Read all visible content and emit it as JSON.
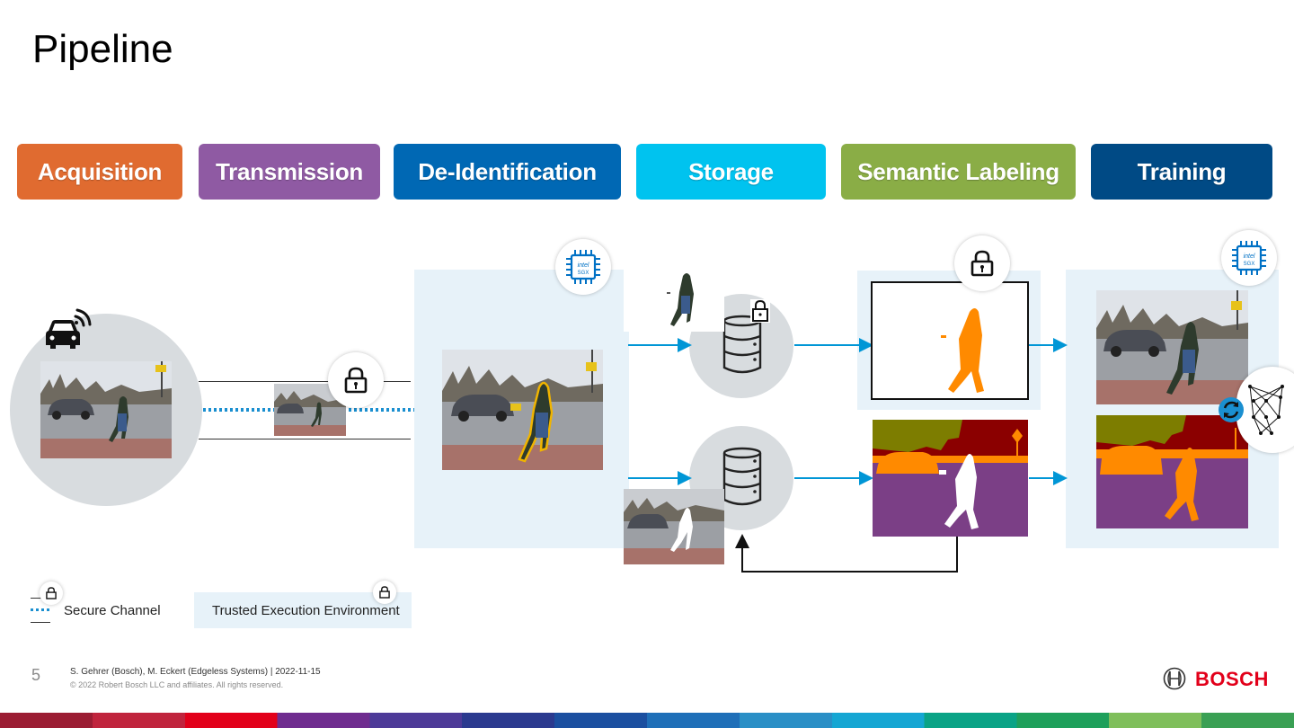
{
  "slide": {
    "title": "Pipeline",
    "page_number": "5",
    "footer_authors": "S. Gehrer (Bosch), M. Eckert (Edgeless Systems) | 2022-11-15",
    "footer_copyright": "© 2022 Robert Bosch LLC and affiliates. All rights reserved.",
    "logo_text": "BOSCH"
  },
  "stages": [
    {
      "label": "Acquisition",
      "color": "#e06b30"
    },
    {
      "label": "Transmission",
      "color": "#8f5aa3"
    },
    {
      "label": "De-Identification",
      "color": "#0068b4"
    },
    {
      "label": "Storage",
      "color": "#00c3ef"
    },
    {
      "label": "Semantic Labeling",
      "color": "#8aad46"
    },
    {
      "label": "Training",
      "color": "#004a85"
    }
  ],
  "chips": {
    "sgx_brand": "intel",
    "sgx_label": "SGX"
  },
  "legend": {
    "secure_channel": "Secure Channel",
    "tee": "Trusted Execution Environment"
  },
  "icons": [
    "car-icon",
    "wireless-signal-icon",
    "lock-icon",
    "intel-sgx-chip-icon",
    "database-icon",
    "neural-network-icon",
    "sync-icon",
    "bosch-logo-icon"
  ],
  "colors": {
    "arrow": "#0096d6",
    "tee_panel": "#e7f2f9",
    "circle": "#d8dcdf",
    "secure_channel_dots": "#1a8fd0",
    "segmentation_person": "#ff8a00",
    "segmentation_ground": "#7b3f86",
    "segmentation_sky": "#8b0000",
    "segmentation_tree": "#7d7d00"
  },
  "bottom_bar_colors": [
    "#9b1d33",
    "#c0243d",
    "#e2001a",
    "#6f2c8f",
    "#4d3a98",
    "#2b3a8f",
    "#1b4fa0",
    "#1f6fb8",
    "#2a8fc6",
    "#15a6d3",
    "#0aa386",
    "#1ea05b",
    "#7fbf5b",
    "#3aa054"
  ]
}
